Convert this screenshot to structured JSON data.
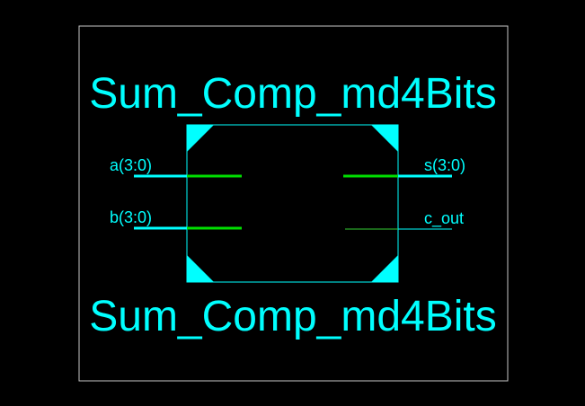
{
  "schematic": {
    "instance_name": "Sum_Comp_md4Bits",
    "cell_name": "Sum_Comp_md4Bits",
    "inputs": [
      {
        "label": "a(3:0)",
        "bus": true
      },
      {
        "label": "b(3:0)",
        "bus": true
      }
    ],
    "outputs": [
      {
        "label": "s(3:0)",
        "bus": true
      },
      {
        "label": "c_out",
        "bus": false
      }
    ]
  },
  "colors": {
    "background": "#000000",
    "text": "#00ffff",
    "symbol_outline": "#00ffff",
    "bus_wire": "#00dd00",
    "signal_wire": "#33cc33",
    "frame": "#c8c8c8"
  }
}
